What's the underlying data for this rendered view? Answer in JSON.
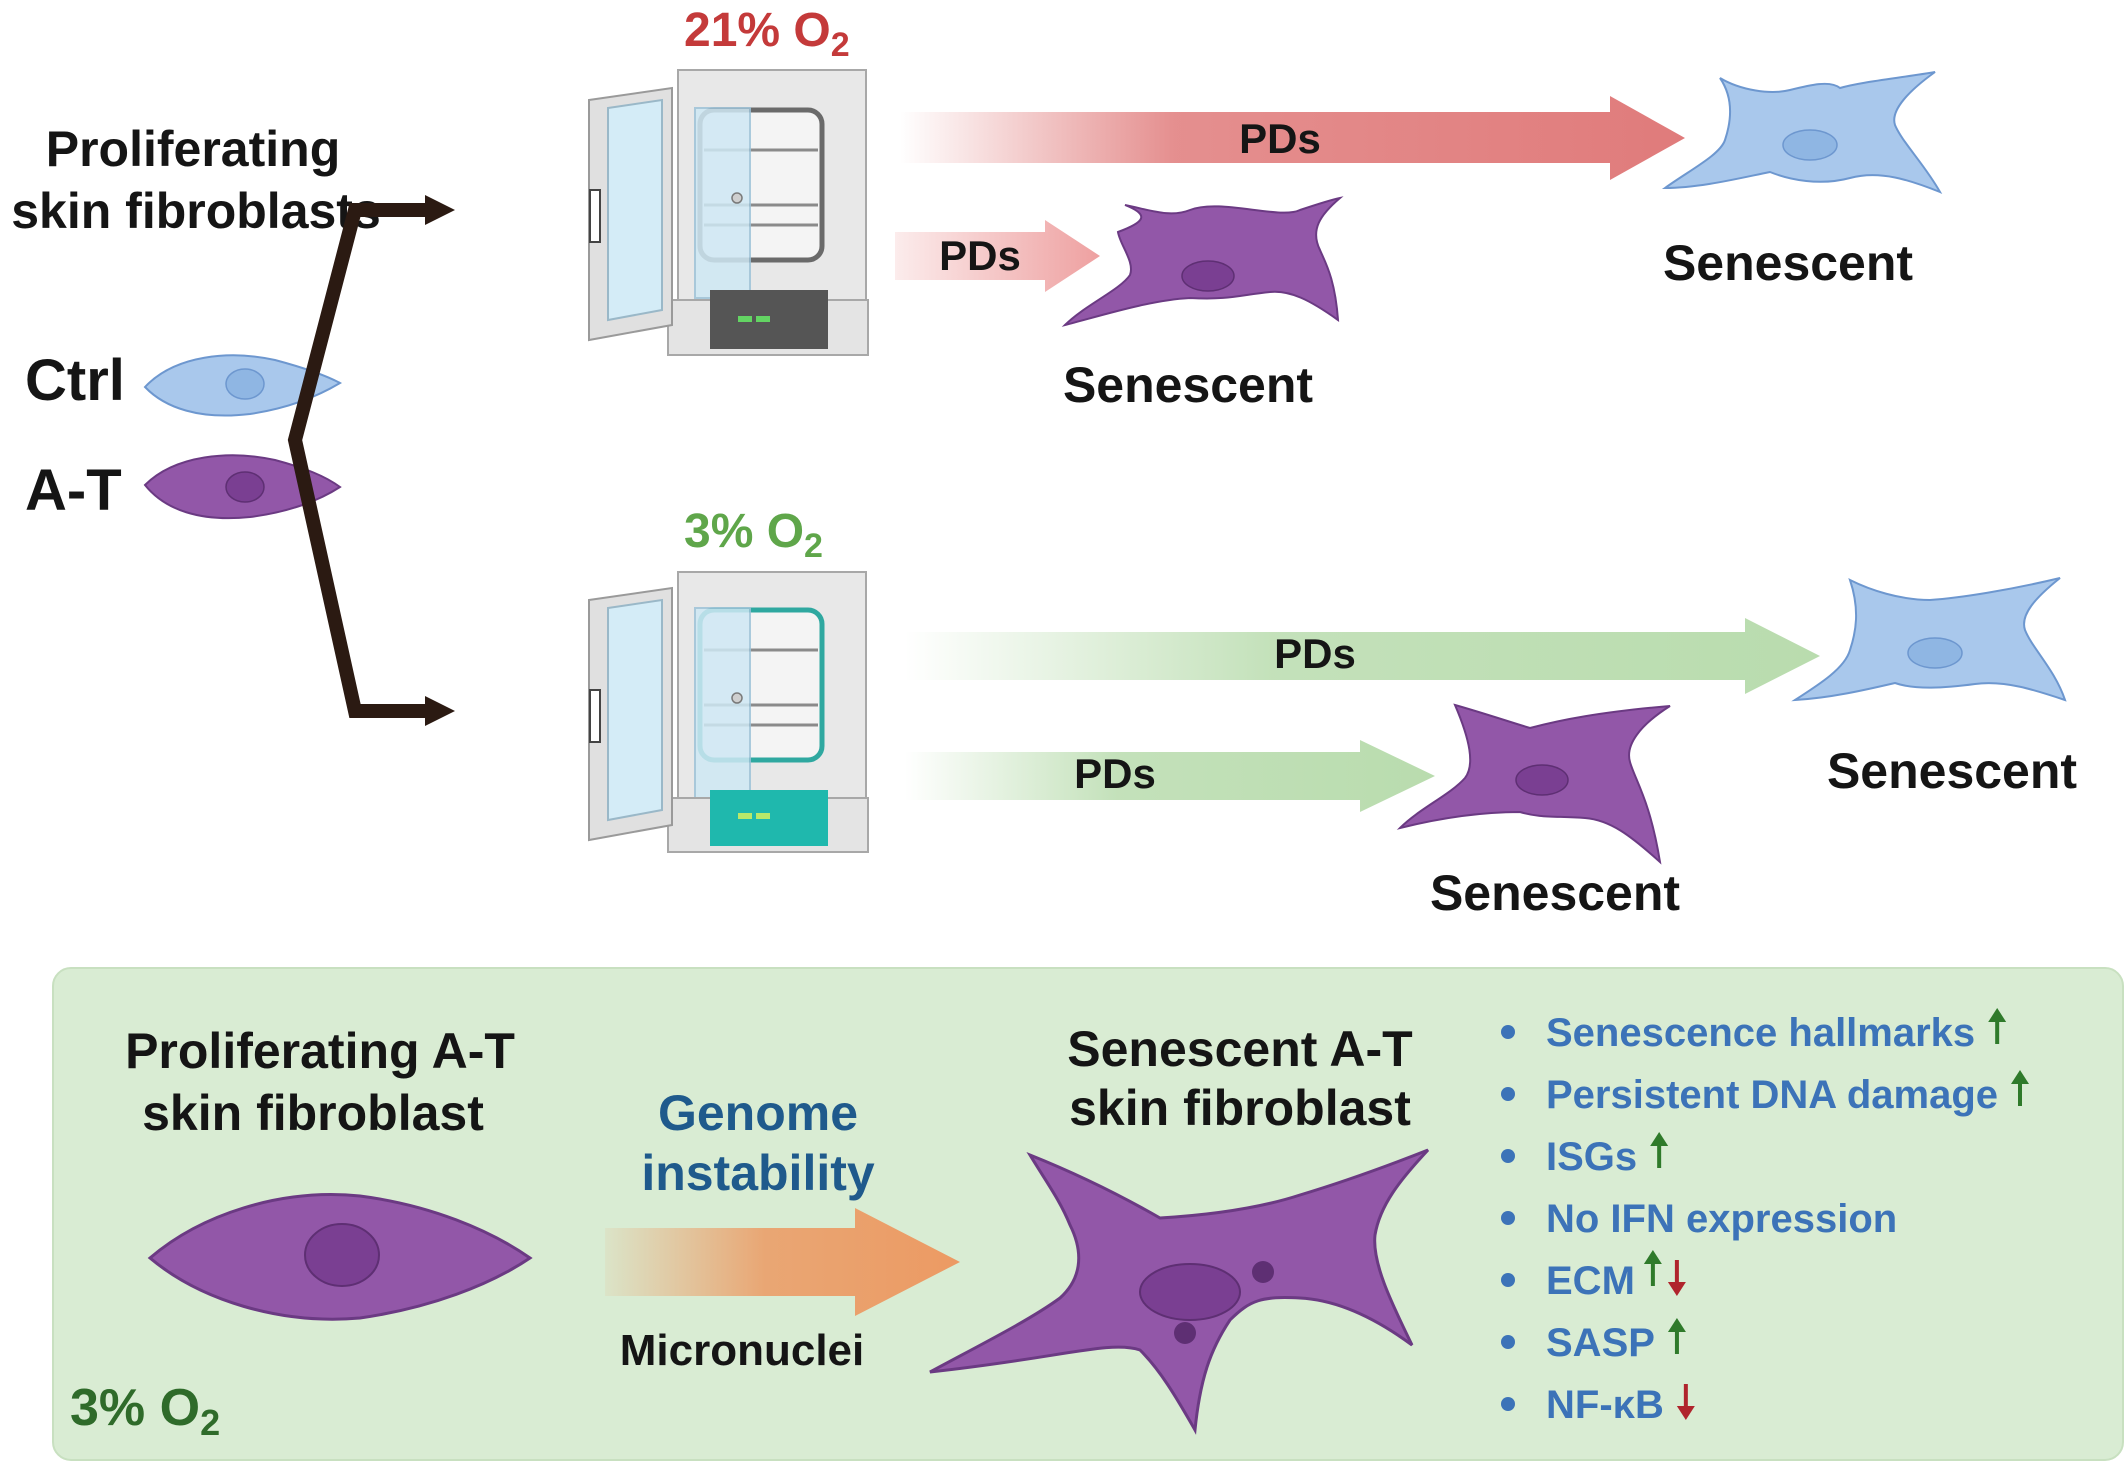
{
  "top_condition": {
    "label_main": "21% O",
    "label_sub": "2",
    "color": "#c43a3a"
  },
  "bottom_condition": {
    "label_main": "3% O",
    "label_sub": "2",
    "color": "#5fa64a"
  },
  "left": {
    "title_line1": "Proliferating",
    "title_line2": "skin fibroblasts",
    "ctrl_label": "Ctrl",
    "at_label": "A-T"
  },
  "arrows": {
    "top_long": "PDs",
    "top_short": "PDs",
    "bottom_long": "PDs",
    "bottom_short": "PDs"
  },
  "cells": {
    "top_at_label": "Senescent",
    "top_ctrl_label": "Senescent",
    "bottom_at_label": "Senescent",
    "bottom_ctrl_label": "Senescent"
  },
  "panel": {
    "left_title_line1": "Proliferating A-T",
    "left_title_line2": "skin fibroblast",
    "arrow_title_line1": "Genome",
    "arrow_title_line2": "instability",
    "arrow_caption": "Micronuclei",
    "right_title_line1": "Senescent A-T",
    "right_title_line2": "skin fibroblast",
    "oxygen_main": "3% O",
    "oxygen_sub": "2",
    "bullets": [
      {
        "text": "Senescence hallmarks",
        "trend": "up"
      },
      {
        "text": "Persistent DNA damage",
        "trend": "up"
      },
      {
        "text": "ISGs",
        "trend": "up"
      },
      {
        "text": "No IFN expression",
        "trend": "none"
      },
      {
        "text": "ECM",
        "trend": "up-down"
      },
      {
        "text": "SASP",
        "trend": "up"
      },
      {
        "text": "NF-κB",
        "trend": "down"
      }
    ]
  },
  "colors": {
    "ctrl_cell": "#a9c8ec",
    "at_cell": "#9257a8",
    "panel_bg": "#d9ecd3",
    "red_arrow": "#e07b7b",
    "green_arrow": "#b9dcae",
    "orange_arrow": "#ec9a63",
    "up_arrow": "#2f7a2a",
    "down_arrow": "#b0242c"
  }
}
